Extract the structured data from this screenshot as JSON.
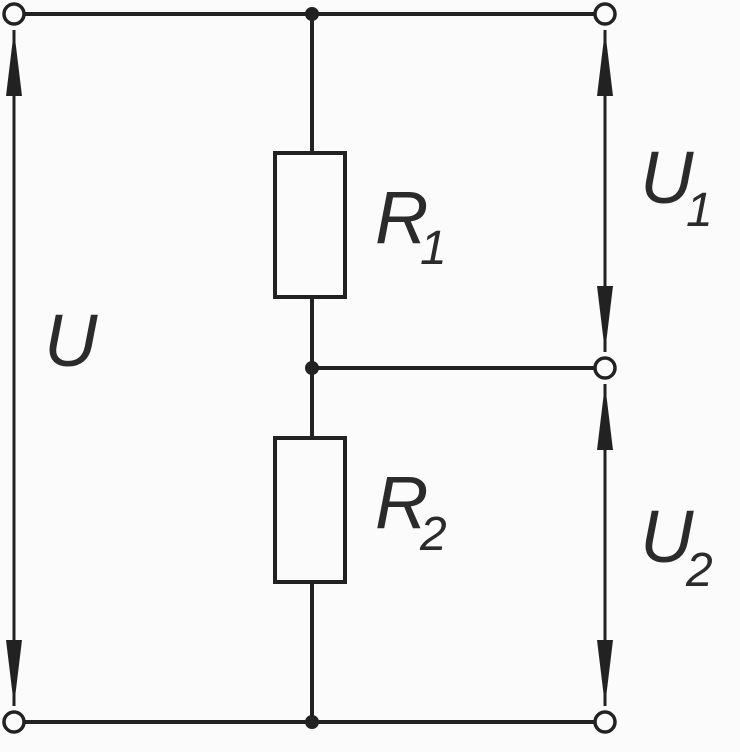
{
  "labels": {
    "voltage_total": "U",
    "voltage_1_main": "U",
    "voltage_1_sub": "1",
    "voltage_2_main": "U",
    "voltage_2_sub": "2",
    "resistor_1_main": "R",
    "resistor_1_sub": "1",
    "resistor_2_main": "R",
    "resistor_2_sub": "2"
  },
  "colors": {
    "line": "#222222",
    "background": "#fbfbfb"
  }
}
